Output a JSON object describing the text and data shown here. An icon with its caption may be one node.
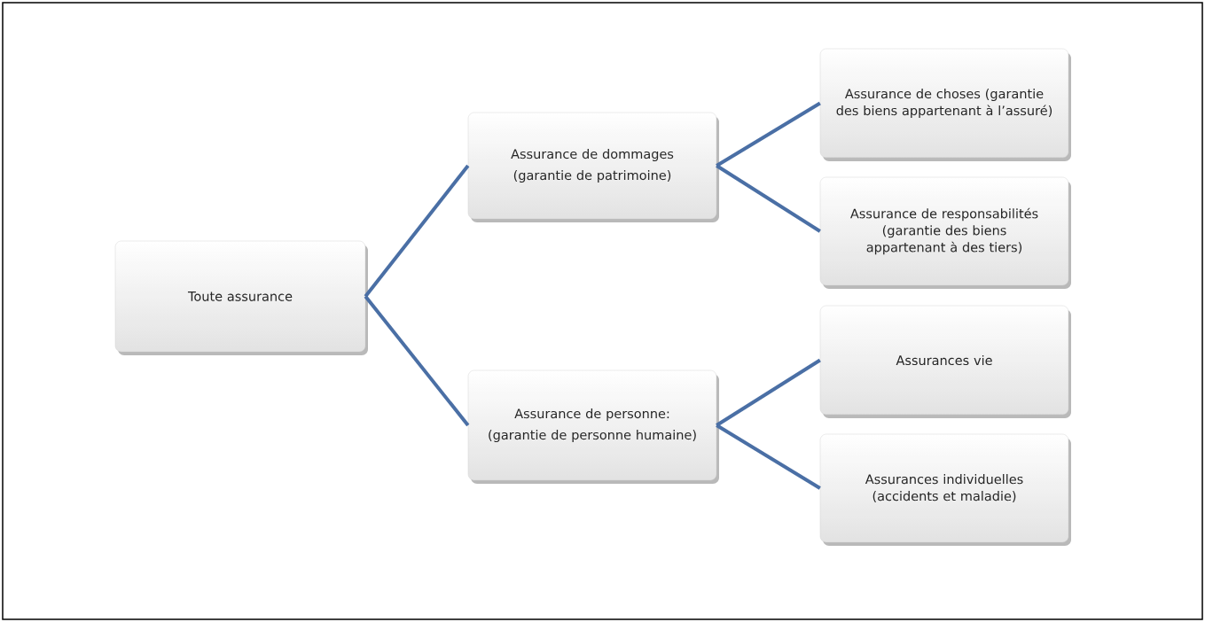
{
  "diagram": {
    "nodes": [
      {
        "text": [
          "Toute assurance"
        ]
      },
      {
        "text": [
          "Assurance de dommages",
          "(garantie de patrimoine)"
        ]
      },
      {
        "text": [
          "Assurance de personne:",
          "(garantie de personne humaine)"
        ]
      },
      {
        "text": [
          "Assurance de choses (garantie des biens appartenant à l’assuré)"
        ]
      },
      {
        "text": [
          "Assurance de responsabilités (garantie des biens appartenant à des tiers)"
        ]
      },
      {
        "text": [
          "Assurances vie"
        ]
      },
      {
        "text": [
          "Assurances individuelles (accidents et maladie)"
        ]
      }
    ],
    "edges": [
      {
        "from": 0,
        "to": 1,
        "arrow": "none"
      },
      {
        "from": 0,
        "to": 2,
        "arrow": "none"
      },
      {
        "from": 1,
        "to": 3,
        "arrow": "none"
      },
      {
        "from": 1,
        "to": 4,
        "arrow": "none"
      },
      {
        "from": 2,
        "to": 5,
        "arrow": "none"
      },
      {
        "from": 2,
        "to": 6,
        "arrow": "none"
      }
    ]
  }
}
